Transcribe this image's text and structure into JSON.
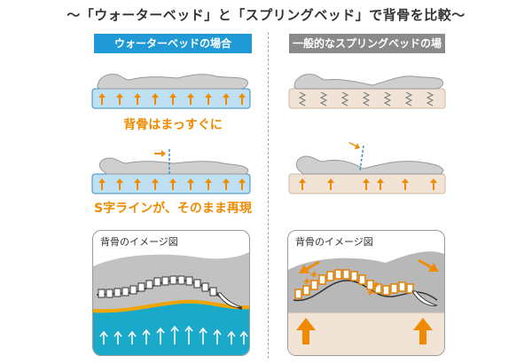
{
  "title": "〜「ウォーターベッド」と「スプリングベッド」で背骨を比較〜",
  "water": {
    "header": "ウォーターベッドの場合",
    "caption_top": "背骨はまっすぐに",
    "caption_side": "S字ラインが、そのまま再現",
    "image_label": "背骨のイメージ図"
  },
  "spring": {
    "header": "一般的なスプリングベッドの場合",
    "image_label": "背骨のイメージ図"
  },
  "colors": {
    "water_blue": "#1f9ad6",
    "orange": "#f08a00",
    "spring_gray": "#8a8a8a",
    "mattress_blue": "#bfe0f2",
    "mattress_beige": "#f1e4d6"
  }
}
